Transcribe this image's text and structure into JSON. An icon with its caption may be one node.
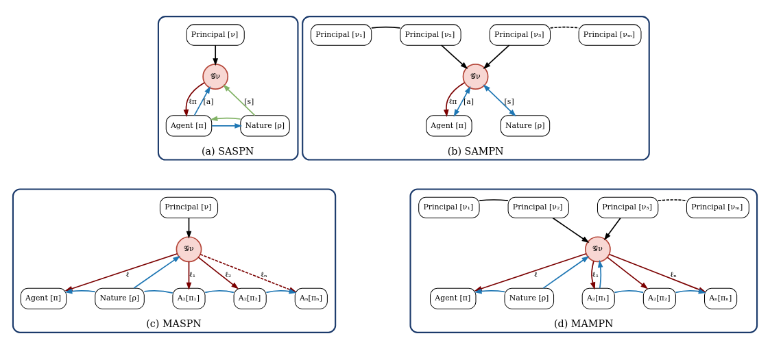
{
  "diagram": {
    "nodes": [
      {
        "text": [
          "(a) SASPN"
        ]
      },
      {
        "text": [
          "Principal [ν]"
        ],
        "in": 0
      },
      {
        "text": [
          "𝒢ν"
        ],
        "in": 0
      },
      {
        "text": [
          "Agent [π]"
        ],
        "in": 0
      },
      {
        "text": [
          "Nature [ρ]"
        ],
        "in": 0
      },
      {
        "text": [
          "(b) SAMPN"
        ]
      },
      {
        "text": [
          "Principal [ν₁]"
        ],
        "in": 5
      },
      {
        "text": [
          "Principal [ν₂]"
        ],
        "in": 5
      },
      {
        "text": [
          "Principal [ν₃]"
        ],
        "in": 5
      },
      {
        "text": [
          "Principal [νₘ]"
        ],
        "in": 5
      },
      {
        "text": [
          "𝒢ν"
        ],
        "in": 5
      },
      {
        "text": [
          "Agent [π]"
        ],
        "in": 5
      },
      {
        "text": [
          "Nature [ρ]"
        ],
        "in": 5
      },
      {
        "text": [
          "(c) MASPN"
        ]
      },
      {
        "text": [
          "Principal [ν]"
        ],
        "in": 13
      },
      {
        "text": [
          "𝒢ν"
        ],
        "in": 13
      },
      {
        "text": [
          "Agent [π]"
        ],
        "in": 13
      },
      {
        "text": [
          "Nature [ρ]"
        ],
        "in": 13
      },
      {
        "text": [
          "A₂[π₁]"
        ],
        "in": 13
      },
      {
        "text": [
          "A₂[π₂]"
        ],
        "in": 13
      },
      {
        "text": [
          "Aₙ[πₙ]"
        ],
        "in": 13
      },
      {
        "text": [
          "(d) MAMPN"
        ]
      },
      {
        "text": [
          "Principal [ν₁]"
        ],
        "in": 21
      },
      {
        "text": [
          "Principal [ν₂]"
        ],
        "in": 21
      },
      {
        "text": [
          "Principal [ν₃]"
        ],
        "in": 21
      },
      {
        "text": [
          "Principal [νₘ]"
        ],
        "in": 21
      },
      {
        "text": [
          "𝒢ν"
        ],
        "in": 21
      },
      {
        "text": [
          "Agent [π]"
        ],
        "in": 21
      },
      {
        "text": [
          "Nature [ρ]"
        ],
        "in": 21
      },
      {
        "text": [
          "A₂[π₁]"
        ],
        "in": 21
      },
      {
        "text": [
          "A₂[π₂]"
        ],
        "in": 21
      },
      {
        "text": [
          "Aₙ[πₙ]"
        ],
        "in": 21
      }
    ],
    "edges": [
      {
        "from": 1,
        "to": 2,
        "arrow": "to",
        "color": "#000000"
      },
      {
        "from": 2,
        "to": 3,
        "arrow": "to",
        "label": "ℓπ",
        "color": "#7b0000"
      },
      {
        "from": 3,
        "to": 2,
        "arrow": "to",
        "label": "[a]",
        "color": "#1f77b4"
      },
      {
        "from": 3,
        "to": 4,
        "arrow": "to",
        "color": "#1f77b4"
      },
      {
        "from": 4,
        "to": 2,
        "arrow": "to",
        "label": "[s]",
        "color": "#82b366"
      },
      {
        "from": 4,
        "to": 3,
        "arrow": "to",
        "color": "#82b366"
      },
      {
        "from": 6,
        "to": 7,
        "arrow": "none",
        "color": "#000000"
      },
      {
        "from": 7,
        "to": 10,
        "arrow": "to",
        "color": "#000000"
      },
      {
        "from": 8,
        "to": 10,
        "arrow": "to",
        "color": "#000000"
      },
      {
        "from": 8,
        "to": 9,
        "arrow": "none",
        "style": "dashed",
        "color": "#000000"
      },
      {
        "from": 10,
        "to": 11,
        "arrow": "to",
        "label": "ℓπ",
        "color": "#7b0000"
      },
      {
        "from": 11,
        "to": 10,
        "arrow": "both",
        "label": "[a]",
        "color": "#1f77b4"
      },
      {
        "from": 12,
        "to": 10,
        "arrow": "both",
        "label": "[s]",
        "color": "#1f77b4"
      },
      {
        "from": 14,
        "to": 15,
        "arrow": "to",
        "color": "#000000"
      },
      {
        "from": 15,
        "to": 16,
        "arrow": "to",
        "label": "ℓ",
        "color": "#7b0000"
      },
      {
        "from": 15,
        "to": 18,
        "arrow": "to",
        "label": "ℓ₁",
        "color": "#7b0000"
      },
      {
        "from": 15,
        "to": 19,
        "arrow": "to",
        "label": "ℓ₂",
        "color": "#7b0000"
      },
      {
        "from": 15,
        "to": 20,
        "arrow": "to",
        "label": "ℓₙ",
        "style": "dashed",
        "color": "#7b0000"
      },
      {
        "from": 17,
        "to": 15,
        "arrow": "to",
        "color": "#1f77b4"
      },
      {
        "from": 17,
        "to": 16,
        "arrow": "to",
        "color": "#1f77b4"
      },
      {
        "from": 17,
        "to": 18,
        "arrow": "none",
        "color": "#1f77b4"
      },
      {
        "from": 18,
        "to": 19,
        "arrow": "none",
        "color": "#1f77b4"
      },
      {
        "from": 19,
        "to": 20,
        "arrow": "to",
        "color": "#1f77b4"
      },
      {
        "from": 22,
        "to": 23,
        "arrow": "none",
        "color": "#000000"
      },
      {
        "from": 23,
        "to": 26,
        "arrow": "to",
        "color": "#000000"
      },
      {
        "from": 24,
        "to": 26,
        "arrow": "to",
        "color": "#000000"
      },
      {
        "from": 24,
        "to": 25,
        "arrow": "none",
        "style": "dashed",
        "color": "#000000"
      },
      {
        "from": 26,
        "to": 27,
        "arrow": "to",
        "label": "ℓ",
        "color": "#7b0000"
      },
      {
        "from": 26,
        "to": 29,
        "arrow": "to",
        "label": "ℓ₁",
        "color": "#7b0000"
      },
      {
        "from": 26,
        "to": 30,
        "arrow": "to",
        "color": "#7b0000"
      },
      {
        "from": 26,
        "to": 31,
        "arrow": "to",
        "label": "ℓₙ",
        "color": "#7b0000"
      },
      {
        "from": 28,
        "to": 27,
        "arrow": "to",
        "color": "#1f77b4"
      },
      {
        "from": 28,
        "to": 26,
        "arrow": "to",
        "color": "#1f77b4"
      },
      {
        "from": 29,
        "to": 26,
        "arrow": "to",
        "color": "#1f77b4"
      },
      {
        "from": 29,
        "to": 30,
        "arrow": "none",
        "color": "#1f77b4"
      },
      {
        "from": 30,
        "to": 31,
        "arrow": "to",
        "color": "#1f77b4"
      }
    ]
  }
}
